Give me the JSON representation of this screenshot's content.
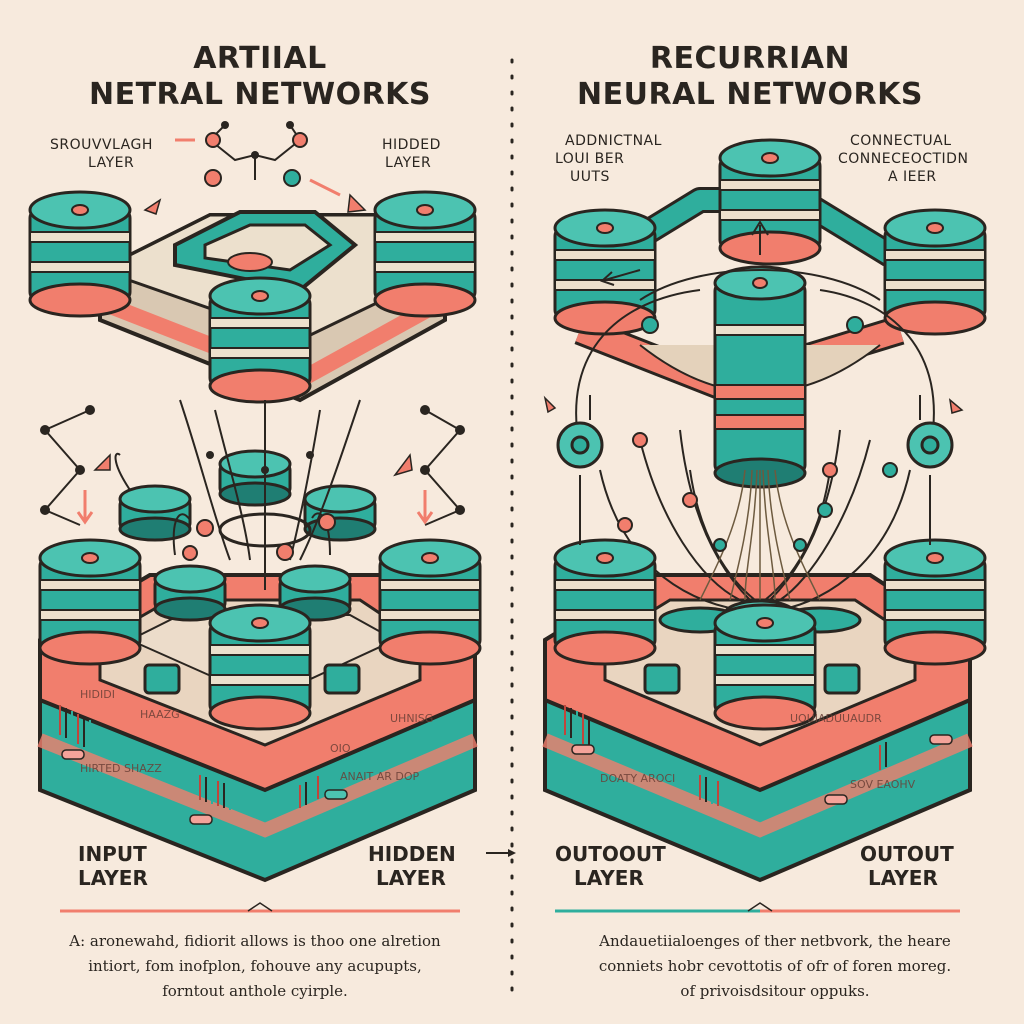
{
  "left": {
    "title_line1": "ARTIIAL",
    "title_line2": "NETRAL NETWORKS",
    "label_top_left_1": "SROUVVLAGH",
    "label_top_left_2": "LAYER",
    "label_top_right_1": "HIDDED",
    "label_top_right_2": "LAYER",
    "bottom_left_1": "INPUT",
    "bottom_left_2": "LAYER",
    "bottom_right_1": "HIDDEN",
    "bottom_right_2": "LAYER",
    "base_tag_1": "HIDIDI",
    "base_tag_2": "HAAZG",
    "base_tag_3": "HIRTED SHAZZ",
    "base_tag_4": "ANAIT AR DOP",
    "base_tag_5": "UHNISG",
    "base_tag_6": "OIO",
    "caption_line1": "A: aronewahd, fidiorit allows is thoo one alretion",
    "caption_line2": "intiort, fom inofplon, fohouve any acupupts,",
    "caption_line3": "forntout anthole cyirple."
  },
  "right": {
    "title_line1": "RECURRIAN",
    "title_line2": "NEURAL NETWORKS",
    "label_top_left_1": "ADDNICTNAL",
    "label_top_left_2": "LOUI BER",
    "label_top_left_3": "UUTS",
    "label_top_right_1": "CONNECTUAL",
    "label_top_right_2": "CONNECEOCTIDN",
    "label_top_right_3": "A IEER",
    "bottom_left_1": "OUTOOUT",
    "bottom_left_2": "LAYER",
    "bottom_right_1": "OUTOUT",
    "bottom_right_2": "LAYER",
    "base_tag_1": "UOUIADUUAUDR",
    "base_tag_2": "DOATY AROCI",
    "base_tag_3": "SOV EAOHV",
    "caption_line1": "Andauetiialoenges of ther netbvork, the heare",
    "caption_line2": "conniets hobr cevottotis of ofr of foren moreg.",
    "caption_line3": "of privoisdsitour oppuks."
  },
  "colors": {
    "teal": "#2fae9d",
    "teal_dark": "#1f7e73",
    "coral": "#f17e6d",
    "cream": "#ece0cd",
    "beige": "#d9c8b2",
    "ink": "#2a2520",
    "background": "#f7eadd"
  }
}
